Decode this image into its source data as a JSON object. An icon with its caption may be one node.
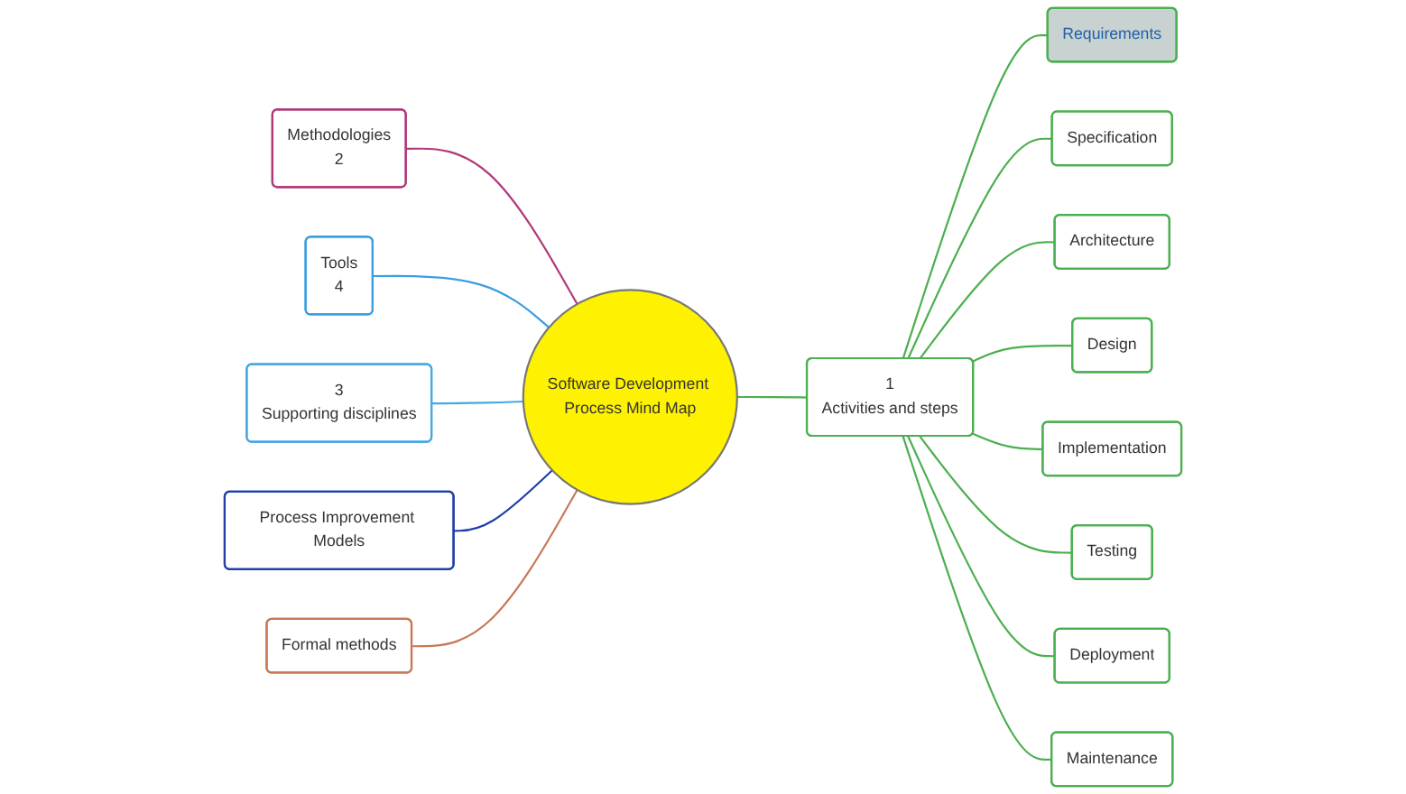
{
  "diagram": {
    "nodes": [
      {
        "text": [
          "Software Development Process Mind Map"
        ]
      },
      {
        "text": [
          "Methodologies",
          "2"
        ]
      },
      {
        "text": [
          "1",
          "Activities and steps"
        ]
      },
      {
        "text": [
          "Requirements"
        ]
      },
      {
        "text": [
          "Specification"
        ]
      },
      {
        "text": [
          "Architecture"
        ]
      },
      {
        "text": [
          "Design"
        ]
      },
      {
        "text": [
          "Implementation"
        ]
      },
      {
        "text": [
          "Testing"
        ]
      },
      {
        "text": [
          "Deployment"
        ]
      },
      {
        "text": [
          "Maintenance"
        ]
      },
      {
        "text": [
          "Tools",
          "4"
        ]
      },
      {
        "text": [
          "3",
          "Supporting disciplines"
        ]
      },
      {
        "text": [
          "Process Improvement Models"
        ]
      },
      {
        "text": [
          "Formal methods"
        ]
      }
    ],
    "edges": [
      {
        "from": 1,
        "to": 0,
        "arrow": "none",
        "color": "#b03a78"
      },
      {
        "from": 0,
        "to": 2,
        "arrow": "none"
      },
      {
        "from": 2,
        "to": 3,
        "arrow": "none"
      },
      {
        "from": 2,
        "to": 4,
        "arrow": "none"
      },
      {
        "from": 2,
        "to": 5,
        "arrow": "none"
      },
      {
        "from": 2,
        "to": 6,
        "arrow": "none"
      },
      {
        "from": 2,
        "to": 7,
        "arrow": "none"
      },
      {
        "from": 2,
        "to": 8,
        "arrow": "none"
      },
      {
        "from": 2,
        "to": 9,
        "arrow": "none"
      },
      {
        "from": 2,
        "to": 10,
        "arrow": "none"
      },
      {
        "from": 11,
        "to": 0,
        "arrow": "none",
        "color": "#3a9ee0"
      },
      {
        "from": 12,
        "to": 0,
        "arrow": "none",
        "color": "#45a8e0"
      },
      {
        "from": 13,
        "to": 0,
        "arrow": "none",
        "color": "#1f3fa8"
      },
      {
        "from": 14,
        "to": 0,
        "arrow": "none",
        "color": "#c87858"
      }
    ]
  }
}
